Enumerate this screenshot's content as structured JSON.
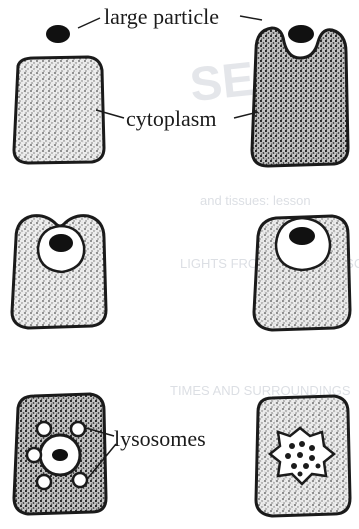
{
  "labels": {
    "large_particle": "large particle",
    "cytoplasm": "cytoplasm",
    "lysosomes": "lysosomes"
  },
  "colors": {
    "ink": "#1b1b1b",
    "cell_fill": "#d9d9d9",
    "page": "#ffffff",
    "bleed_text": "#c9ccd1"
  },
  "background_text": {
    "line1": "SER",
    "line2": "and tissues: lesson",
    "line3": "LIGHTS FROM THE MICROSCOPE",
    "line4": "TIMES AND SURROUNDINGS"
  }
}
